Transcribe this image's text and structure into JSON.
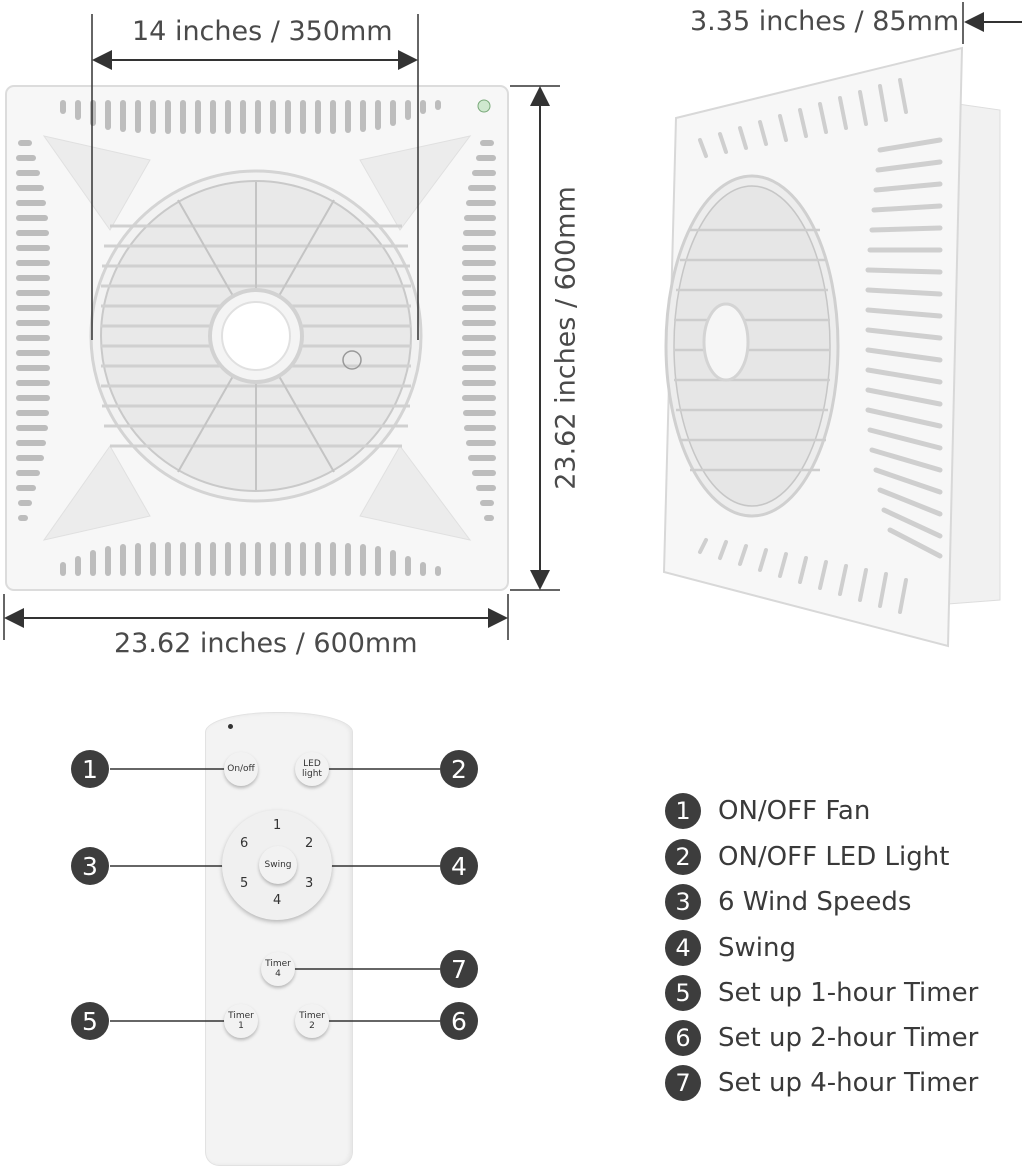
{
  "dimensions": {
    "grille_width": "14 inches / 350mm",
    "depth": "3.35 inches / 85mm",
    "height": "23.62 inches / 600mm",
    "width": "23.62 inches / 600mm"
  },
  "remote": {
    "on_off": "On/off",
    "led_line1": "LED",
    "led_line2": "light",
    "swing": "Swing",
    "speeds": [
      "1",
      "2",
      "3",
      "4",
      "5",
      "6"
    ],
    "timer4_line1": "Timer",
    "timer4_line2": "4",
    "timer1_line1": "Timer",
    "timer1_line2": "1",
    "timer2_line1": "Timer",
    "timer2_line2": "2"
  },
  "callouts": [
    "1",
    "2",
    "3",
    "4",
    "5",
    "6",
    "7"
  ],
  "legend": [
    {
      "num": "1",
      "text": "ON/OFF Fan"
    },
    {
      "num": "2",
      "text": "ON/OFF LED Light"
    },
    {
      "num": "3",
      "text": "6 Wind Speeds"
    },
    {
      "num": "4",
      "text": "Swing"
    },
    {
      "num": "5",
      "text": "Set up 1-hour Timer"
    },
    {
      "num": "6",
      "text": "Set up 2-hour Timer"
    },
    {
      "num": "7",
      "text": "Set up 4-hour Timer"
    }
  ]
}
